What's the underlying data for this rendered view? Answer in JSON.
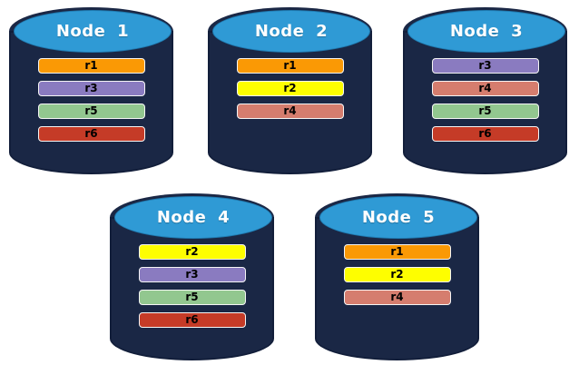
{
  "diagram": {
    "description_colors": {
      "background": "#FFFFFF",
      "cylinder_body": "#1A2745",
      "cylinder_top": "#2F9AD5",
      "title_text": "#FFFFFF",
      "bar_text": "#000000"
    },
    "replica_colors": {
      "r1": "#FA9905",
      "r2": "#FEFE00",
      "r3": "#8A7BC0",
      "r4": "#D57D6E",
      "r5": "#92C78F",
      "r6": "#C53B27"
    }
  },
  "nodes": [
    {
      "label": "Node 1",
      "replicas": [
        {
          "label": "r1",
          "color": "#FA9905"
        },
        {
          "label": "r3",
          "color": "#8A7BC0"
        },
        {
          "label": "r5",
          "color": "#92C78F"
        },
        {
          "label": "r6",
          "color": "#C53B27"
        }
      ]
    },
    {
      "label": "Node 2",
      "replicas": [
        {
          "label": "r1",
          "color": "#FA9905"
        },
        {
          "label": "r2",
          "color": "#FEFE00"
        },
        {
          "label": "r4",
          "color": "#D57D6E"
        }
      ]
    },
    {
      "label": "Node 3",
      "replicas": [
        {
          "label": "r3",
          "color": "#8A7BC0"
        },
        {
          "label": "r4",
          "color": "#D57D6E"
        },
        {
          "label": "r5",
          "color": "#92C78F"
        },
        {
          "label": "r6",
          "color": "#C53B27"
        }
      ]
    },
    {
      "label": "Node 4",
      "replicas": [
        {
          "label": "r2",
          "color": "#FEFE00"
        },
        {
          "label": "r3",
          "color": "#8A7BC0"
        },
        {
          "label": "r5",
          "color": "#92C78F"
        },
        {
          "label": "r6",
          "color": "#C53B27"
        }
      ]
    },
    {
      "label": "Node 5",
      "replicas": [
        {
          "label": "r1",
          "color": "#FA9905"
        },
        {
          "label": "r2",
          "color": "#FEFE00"
        },
        {
          "label": "r4",
          "color": "#D57D6E"
        }
      ]
    }
  ]
}
